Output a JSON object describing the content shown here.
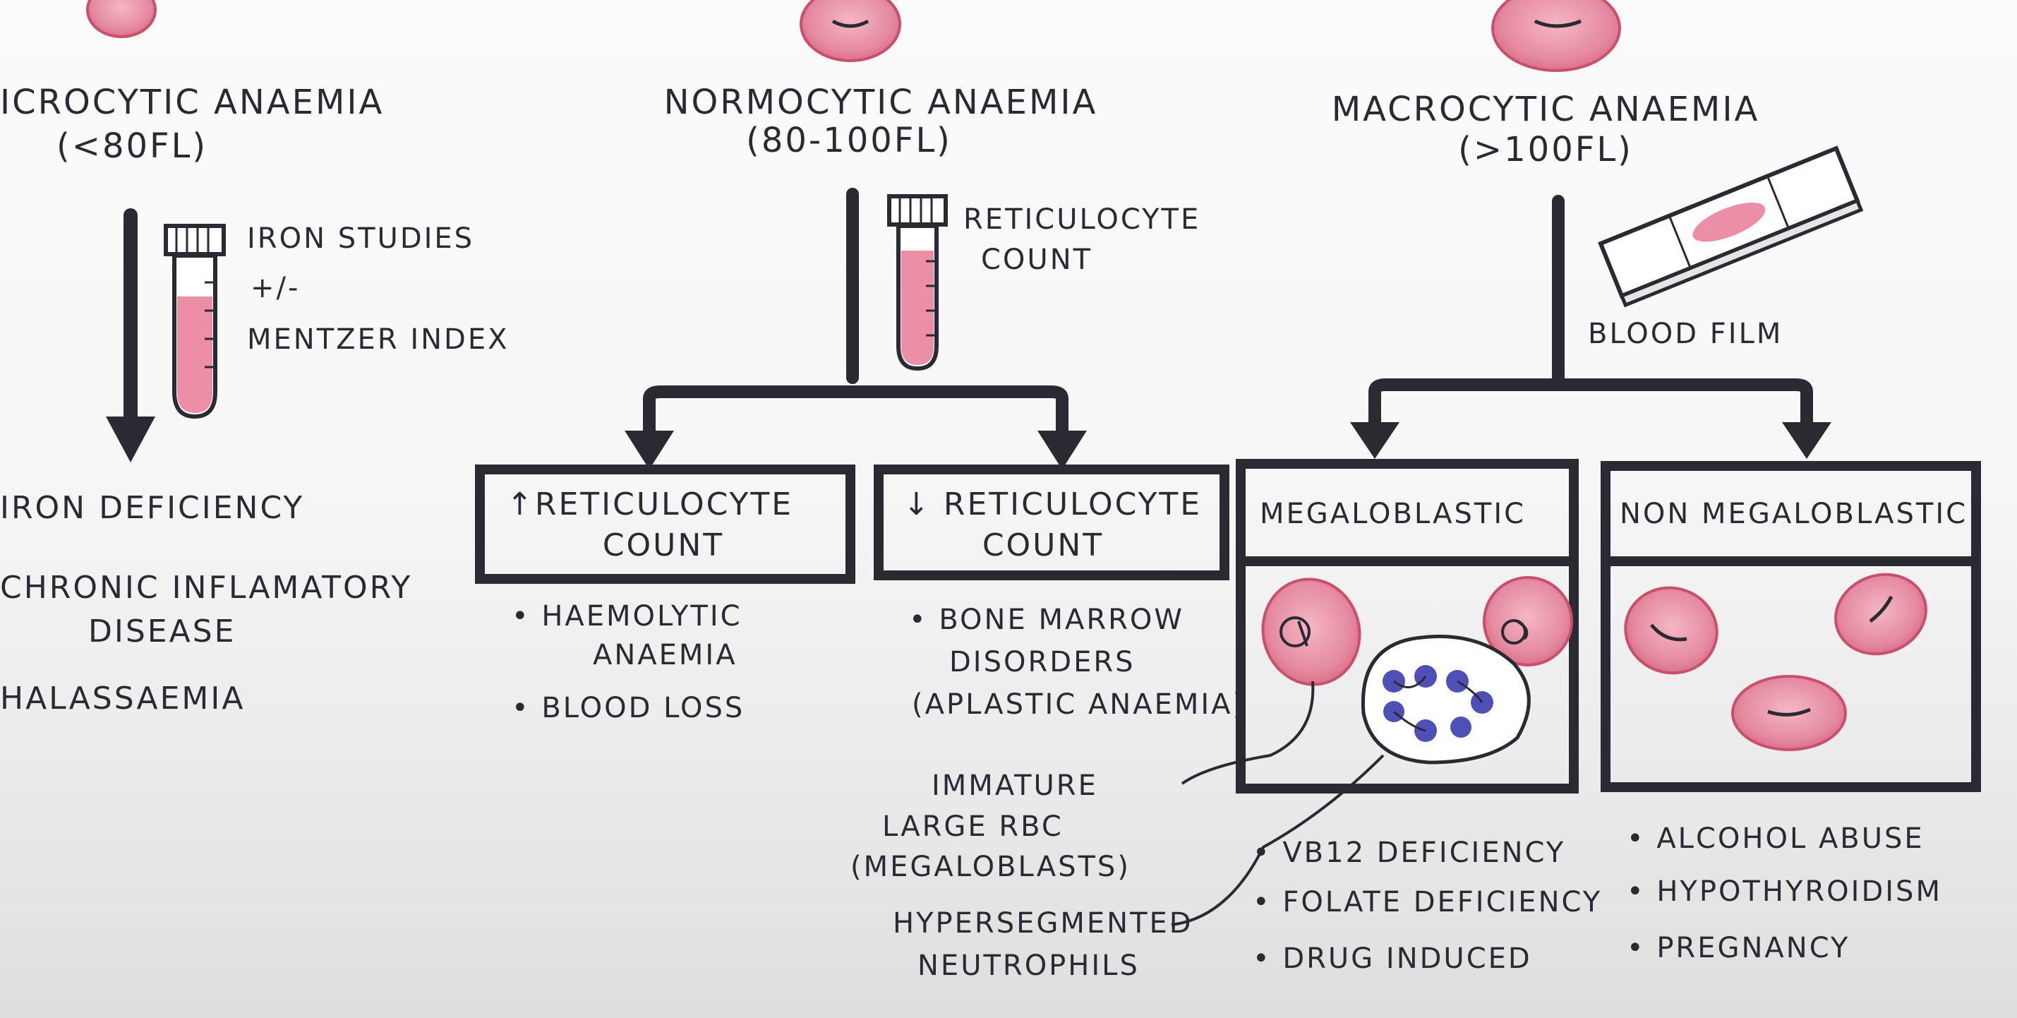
{
  "columns": [
    {
      "title": "ICROCYTIC ANAEMIA",
      "range": "(<80fl)",
      "test_lines": [
        "IRON STUDIES",
        "+/-",
        "MENTZER INDEX"
      ],
      "causes": [
        "IRON DEFICIENCY",
        "CHRONIC INFLAMATORY",
        "DISEASE",
        "HALASSAEMIA"
      ]
    },
    {
      "title": "NORMOCYTIC ANAEMIA",
      "range": "(80-100fl)",
      "test_lines": [
        "RETICULOCYTE",
        "COUNT"
      ],
      "branches": [
        {
          "arrow": "↑",
          "label_lines": [
            "RETICULOCYTE",
            "COUNT"
          ],
          "causes": [
            "HAEMOLYTIC",
            "ANAEMIA",
            "BLOOD LOSS"
          ]
        },
        {
          "arrow": "↓",
          "label_lines": [
            "RETICULOCYTE",
            "COUNT"
          ],
          "causes": [
            "BONE MARROW",
            "DISORDERS",
            "(APLASTIC ANAEMIA)"
          ]
        }
      ]
    },
    {
      "title": "MACROCYTIC ANAEMIA",
      "range": "(>100fl)",
      "test_lines": [
        "BLOOD FILM"
      ],
      "branches": [
        {
          "label": "MEGALOBLASTIC",
          "causes": [
            "VB12 DEFICIENCY",
            "FOLATE DEFICIENCY",
            "DRUG INDUCED"
          ]
        },
        {
          "label": "NON MEGALOBLASTIC",
          "causes": [
            "ALCOHOL ABUSE",
            "HYPOTHYROIDISM",
            "PREGNANCY"
          ]
        }
      ]
    }
  ],
  "annotations": {
    "megaloblasts": [
      "IMMATURE",
      "LARGE RBC",
      "(MEGALOBLASTS)"
    ],
    "neutrophils": [
      "HYPERSEGMENTED",
      "NEUTROPHILS"
    ]
  },
  "colors": {
    "ink": "#2a2a33",
    "rbc": "#e27f98",
    "rbc_dark": "#c9506d",
    "nucleus": "#4f4fb8",
    "tube_fill": "#ec8ea5"
  },
  "icons": [
    "red-blood-cell-icon",
    "test-tube-icon",
    "microscope-slide-icon",
    "neutrophil-icon"
  ]
}
